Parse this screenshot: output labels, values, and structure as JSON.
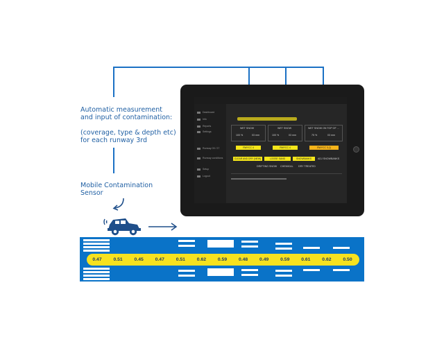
{
  "caption": {
    "line1": "Automatic measurement",
    "line2": "and input of contamination:",
    "line3": "(coverage, type & depth etc)",
    "line4": "for each runway 3rd"
  },
  "sensor": {
    "line1": "Mobile Contamination",
    "line2": "Sensor"
  },
  "colors": {
    "accent": "#1a70c4",
    "runway": "#0a73c8",
    "friction_band": "#f7e21f",
    "value_text": "#1f3b60"
  },
  "tablet": {
    "menu": [
      "Dashboard",
      "Info",
      "Reports",
      "Settings"
    ],
    "lower_menu": [
      "Runway 09 / 27",
      "Runway conditions"
    ],
    "bottom_menu": [
      "Setup",
      "Logout"
    ],
    "columns": [
      "WET SNOW",
      "WET SNOW",
      "WET SNOW ON TOP OF ..."
    ],
    "pcts": [
      "100 %",
      "100 %",
      "75 %"
    ],
    "depths": [
      "03 mm",
      "03 mm",
      "03 mm"
    ],
    "rwycc": [
      "RWYCC 4",
      "RWYCC 4",
      "RWYCC 3 (!)"
    ],
    "options": [
      "CLEAR AND DRY (NEW)",
      "LOOSE SAND",
      "SNOWBANKS",
      "ADJ SNOWBANKS"
    ],
    "options2": [
      "DRIFTING SNOW",
      "CHEMICAL",
      "DRY TREATED"
    ]
  },
  "friction": {
    "values": [
      "0.47",
      "0.51",
      "0.45",
      "0.47",
      "0.51",
      "0.62",
      "0.59",
      "0.48",
      "0.49",
      "0.59",
      "0.61",
      "0.62",
      "0.50"
    ]
  }
}
